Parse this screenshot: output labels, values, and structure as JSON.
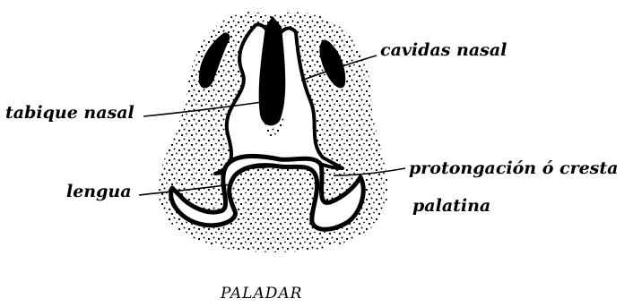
{
  "diagram": {
    "labels": {
      "cavidad_nasal": "cavidas nasal",
      "tabique_nasal": "tabique nasal",
      "lengua": "lengua",
      "cresta_line1": "protongación ó cresta",
      "cresta_line2": "palatina"
    },
    "caption": "PALADAR"
  },
  "colors": {
    "ink": "#000000",
    "paper": "#ffffff"
  }
}
